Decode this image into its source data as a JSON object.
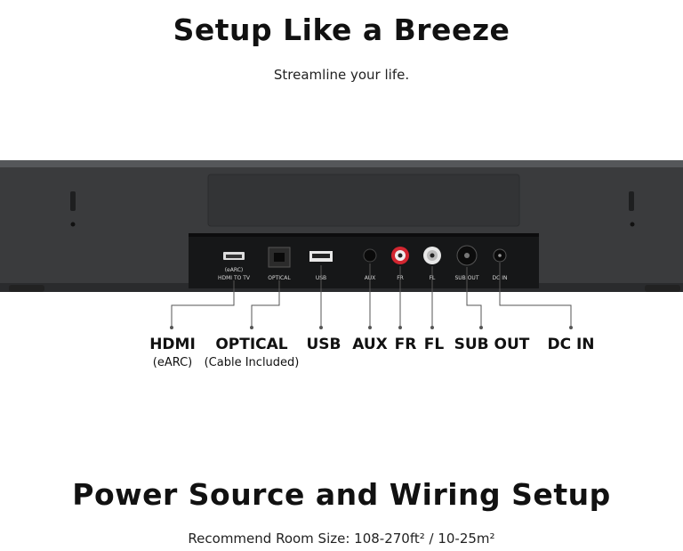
{
  "section1": {
    "title": "Setup Like a Breeze",
    "subtitle": "Streamline your life."
  },
  "ports": {
    "hdmi": {
      "label": "HDMI",
      "sub": "(eARC)",
      "panel_top": "(eARC)",
      "panel_bottom": "HDMI TO TV"
    },
    "optical": {
      "label": "OPTICAL",
      "sub": "(Cable Included)",
      "panel": "OPTICAL"
    },
    "usb": {
      "label": "USB",
      "panel": "USB"
    },
    "aux": {
      "label": "AUX",
      "panel": "AUX"
    },
    "fr": {
      "label": "FR",
      "panel": "FR"
    },
    "fl": {
      "label": "FL",
      "panel": "FL"
    },
    "sub_out": {
      "label": "SUB OUT",
      "panel": "SUB OUT"
    },
    "dc_in": {
      "label": "DC IN",
      "panel": "DC IN"
    }
  },
  "section2": {
    "title": "Power Source and Wiring Setup",
    "subtitle": "Recommend Room Size: 108-270ft² / 10-25m²"
  },
  "colors": {
    "bar_body": "#3a3b3d",
    "bar_edge": "#2a2b2d",
    "panel": "#161718",
    "fr_jack": "#d22630",
    "fl_jack": "#e8e8e8"
  }
}
